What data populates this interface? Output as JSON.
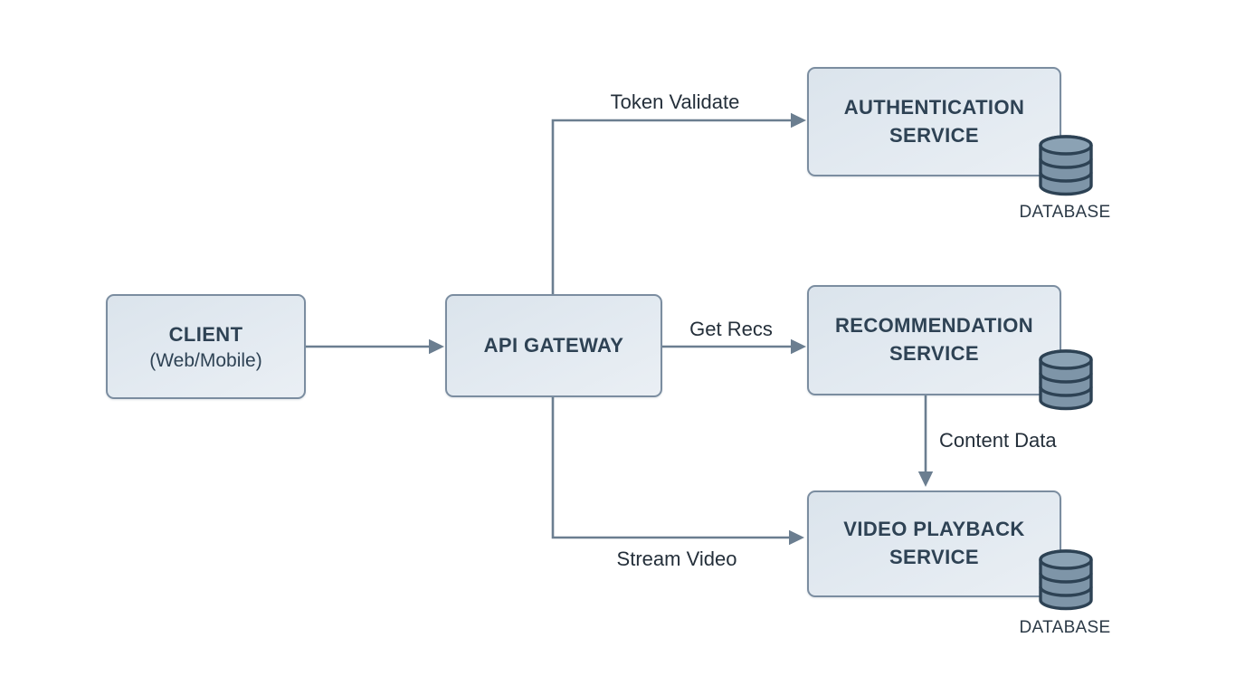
{
  "nodes": {
    "client": {
      "title": "CLIENT",
      "subtitle": "(Web/Mobile)"
    },
    "api_gateway": {
      "title": "API GATEWAY"
    },
    "auth": {
      "title": "AUTHENTICATION\nSERVICE"
    },
    "recommendation": {
      "title": "RECOMMENDATION\nSERVICE"
    },
    "video": {
      "title": "VIDEO PLAYBACK\nSERVICE"
    }
  },
  "edges": {
    "api_to_auth": {
      "label": "Token Validate"
    },
    "api_to_rec": {
      "label": "Get Recs"
    },
    "api_to_video": {
      "label": "Stream Video"
    },
    "rec_to_video": {
      "label": "Content Data"
    }
  },
  "databases": {
    "auth_db": {
      "icon": "database-icon",
      "label": "DATABASE"
    },
    "rec_db": {
      "icon": "database-icon"
    },
    "video_db": {
      "icon": "database-icon",
      "label": "DATABASE"
    }
  },
  "colors": {
    "background": "#ffffff",
    "node_fill": "#e1e9f0",
    "node_border": "#7b8da0",
    "node_text": "#2e4254",
    "edge_line": "#6b7e90",
    "edge_label_text": "#242f3a",
    "database_fill": "#7e95a8",
    "database_top_fill": "#8ba2b4",
    "database_outline": "#2d4254"
  }
}
